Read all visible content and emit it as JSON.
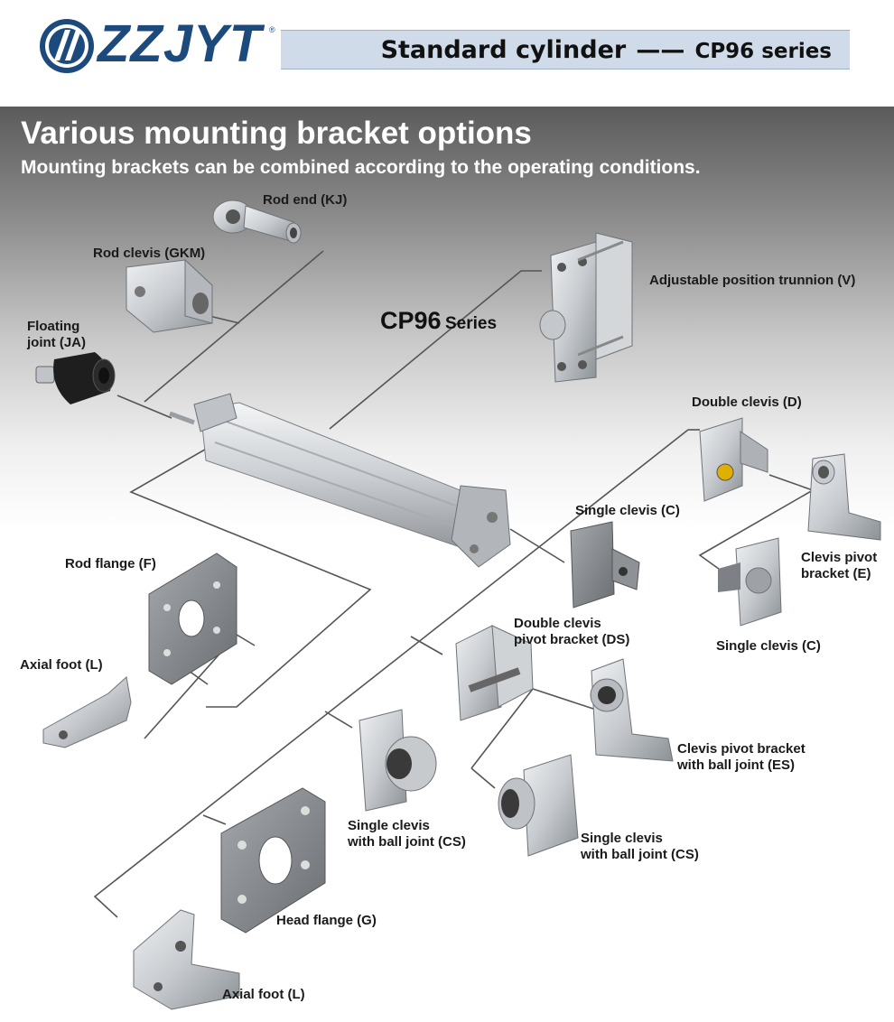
{
  "header": {
    "logo_text": "ZZJYT",
    "logo_reg": "®",
    "title": "Standard cylinder",
    "title_dash": "——",
    "title_series": "CP96 series"
  },
  "panel": {
    "title": "Various mounting bracket options",
    "subtitle": "Mounting brackets can be combined according to the operating conditions."
  },
  "cylinder": {
    "series_code": "CP96",
    "series_word": "Series"
  },
  "parts": {
    "rod_end": "Rod end (KJ)",
    "rod_clevis": "Rod clevis (GKM)",
    "floating_joint_1": "Floating",
    "floating_joint_2": "joint (JA)",
    "adjustable_trunnion": "Adjustable position trunnion (V)",
    "double_clevis": "Double clevis (D)",
    "single_clevis_1": "Single clevis (C)",
    "clevis_pivot_1": "Clevis pivot",
    "clevis_pivot_2": "bracket (E)",
    "single_clevis_2": "Single clevis (C)",
    "rod_flange": "Rod flange (F)",
    "axial_foot_1": "Axial foot (L)",
    "double_clevis_pivot_1": "Double clevis",
    "double_clevis_pivot_2": "pivot bracket (DS)",
    "clevis_pivot_ball_1": "Clevis pivot bracket",
    "clevis_pivot_ball_2": "with ball joint (ES)",
    "single_clevis_ball_1a": "Single clevis",
    "single_clevis_ball_1b": "with ball joint (CS)",
    "single_clevis_ball_2a": "Single clevis",
    "single_clevis_ball_2b": "with ball joint (CS)",
    "head_flange": "Head flange (G)",
    "axial_foot_2": "Axial foot (L)"
  },
  "colors": {
    "brand_blue": "#1d4a7d",
    "title_band": "#cfdbe8",
    "connector_line": "#555555",
    "metal_light": "#d9dde0",
    "metal_dark": "#8c9196"
  }
}
